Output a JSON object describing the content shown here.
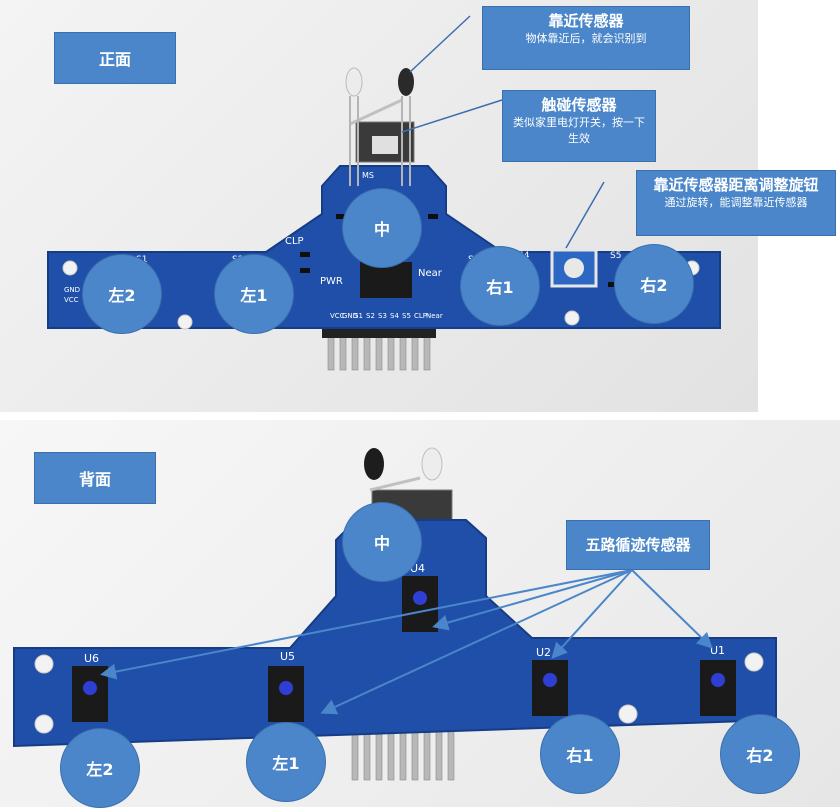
{
  "front": {
    "title": "正面",
    "callouts": {
      "proximity": {
        "title": "靠近传感器",
        "subtitle": "物体靠近后，就会识别到"
      },
      "collision": {
        "title": "触碰传感器",
        "subtitle": "类似家里电灯开关，按一下生效"
      },
      "knob": {
        "title": "靠近传感器距离调整旋钮",
        "subtitle": "通过旋转，能调整靠近传感器"
      }
    },
    "positions": {
      "left2": "左2",
      "left1": "左1",
      "center": "中",
      "right1": "右1",
      "right2": "右2"
    },
    "board_labels": {
      "s1": "S1",
      "s2": "S2",
      "s3": "S3",
      "s4": "S4",
      "s5": "S5",
      "clp": "CLP",
      "pwr": "PWR",
      "near": "Near",
      "gnd": "GND",
      "vcc": "VCC",
      "ms": "MS",
      "pins": [
        "VCC",
        "GND",
        "S1",
        "S2",
        "S3",
        "S4",
        "S5",
        "CLP",
        "Near"
      ]
    }
  },
  "back": {
    "title": "背面",
    "callout": {
      "title": "五路循迹传感器"
    },
    "positions": {
      "left2": "左2",
      "left1": "左1",
      "center": "中",
      "right1": "右1",
      "right2": "右2"
    },
    "board_labels": {
      "u1": "U1",
      "u2": "U2",
      "u4": "U4",
      "u5": "U5",
      "u6": "U6"
    }
  },
  "colors": {
    "accent": "#4a86c9",
    "pcb": "#1f4fa8",
    "pcb_dark": "#163c85"
  }
}
